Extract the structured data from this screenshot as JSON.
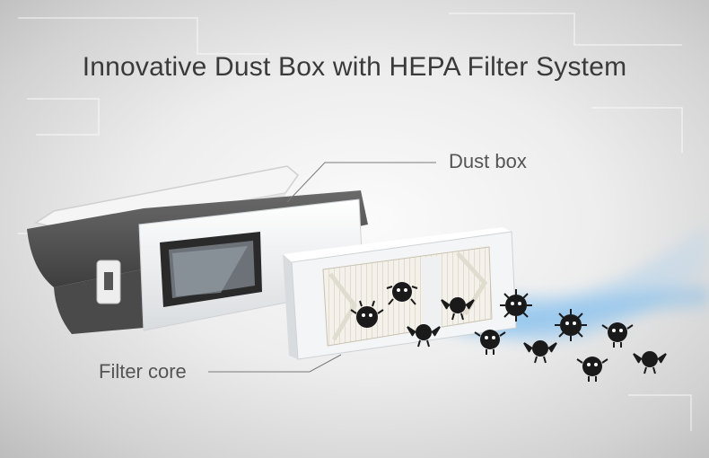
{
  "title": "Innovative Dust Box with HEPA Filter System",
  "labels": {
    "dust_box": "Dust box",
    "filter_core": "Filter core"
  },
  "colors": {
    "background": "#e6e6e6",
    "airflow": "#5aa6e6",
    "dust_box_body": "#5a5a5a",
    "particles": "#1a1a1a"
  },
  "icons": [
    "dust-box",
    "hepa-filter",
    "airflow-stream",
    "dust-particle"
  ]
}
